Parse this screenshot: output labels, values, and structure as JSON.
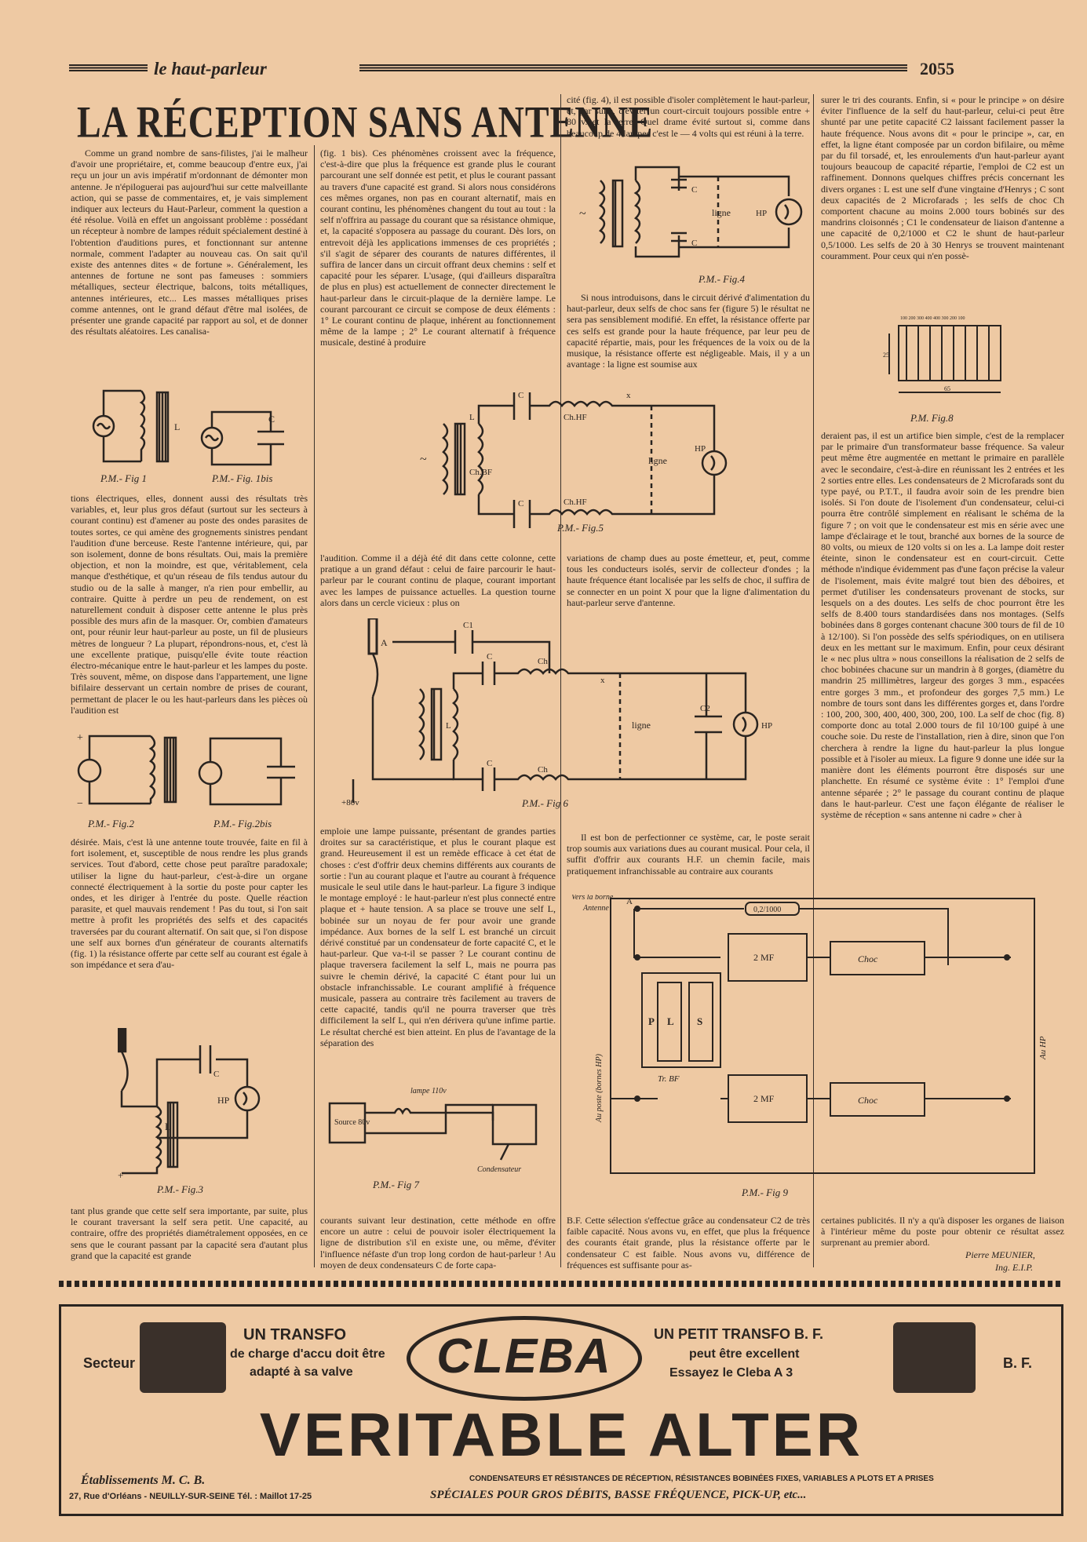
{
  "header": {
    "journal": "le haut-parleur",
    "page_number": "2055"
  },
  "article": {
    "title": "LA RÉCEPTION SANS ANTENNE",
    "col1a": "Comme un grand nombre de sans-filistes, j'ai le malheur d'avoir une propriétaire, et, comme beaucoup d'entre eux, j'ai reçu un jour un avis impératif m'ordonnant de démonter mon antenne. Je n'épiloguerai pas aujourd'hui sur cette malveillante action, qui se passe de commentaires, et, je vais simplement indiquer aux lecteurs du Haut-Parleur, comment la question a été résolue. Voilà en effet un angoissant problème : possédant un récepteur à nombre de lampes réduit spécialement destiné à l'obtention d'auditions pures, et fonctionnant sur antenne normale, comment l'adapter au nouveau cas. On sait qu'il existe des antennes dites « de fortune ». Généralement, les antennes de fortune ne sont pas fameuses : sommiers métalliques, secteur électrique, balcons, toits métalliques, antennes intérieures, etc... Les masses métalliques prises comme antennes, ont le grand défaut d'être mal isolées, de présenter une grande capacité par rapport au sol, et de donner des résultats aléatoires. Les canalisa-",
    "col1b": "tions électriques, elles, donnent aussi des résultats très variables, et, leur plus gros défaut (surtout sur les secteurs à courant continu) est d'amener au poste des ondes parasites de toutes sortes, ce qui amène des grognements sinistres pendant l'audition d'une berceuse. Reste l'antenne intérieure, qui, par son isolement, donne de bons résultats. Oui, mais la première objection, et non la moindre, est que, véritablement, cela manque d'esthétique, et qu'un réseau de fils tendus autour du studio ou de la salle à manger, n'a rien pour embellir, au contraire. Quitte à perdre un peu de rendement, on est naturellement conduit à disposer cette antenne le plus près possible des murs afin de la masquer. Or, combien d'amateurs ont, pour réunir leur haut-parleur au poste, un fil de plusieurs mètres de longueur ? La plupart, répondrons-nous, et, c'est là une excellente pratique, puisqu'elle évite toute réaction électro-mécanique entre le haut-parleur et les lampes du poste. Très souvent, même, on dispose dans l'appartement, une ligne bifilaire desservant un certain nombre de prises de courant, permettant de placer le ou les haut-parleurs dans les pièces où l'audition est",
    "col1c": "désirée. Mais, c'est là une antenne toute trouvée, faite en fil à fort isolement, et, susceptible de nous rendre les plus grands services. Tout d'abord, cette chose peut paraître paradoxale; utiliser la ligne du haut-parleur, c'est-à-dire un organe connecté électriquement à la sortie du poste pour capter les ondes, et les diriger à l'entrée du poste. Quelle réaction parasite, et quel mauvais rendement ! Pas du tout, si l'on sait mettre à profit les propriétés des selfs et des capacités traversées par du courant alternatif. On sait que, si l'on dispose une self aux bornes d'un générateur de courants alternatifs (fig. 1) la résistance offerte par cette self au courant est égale à son impédance et sera d'au-",
    "col1d": "tant plus grande que cette self sera importante, par suite, plus le courant traversant la self sera petit. Une capacité, au contraire, offre des propriétés diamétralement opposées, en ce sens que le courant passant par la capacité sera d'autant plus grand que la capacité est grande",
    "col2a": "(fig. 1 bis). Ces phénomènes croissent avec la fréquence, c'est-à-dire que plus la fréquence est grande plus le courant parcourant une self donnée est petit, et plus le courant passant au travers d'une capacité est grand. Si alors nous considérons ces mêmes organes, non pas en courant alternatif, mais en courant continu, les phénomènes changent du tout au tout : la self n'offrira au passage du courant que sa résistance ohmique, et, la capacité s'opposera au passage du courant. Dès lors, on entrevoit déjà les applications immenses de ces propriétés ; s'il s'agit de séparer des courants de natures différentes, il suffira de lancer dans un circuit offrant deux chemins : self et capacité pour les séparer. L'usage, (qui d'ailleurs disparaîtra de plus en plus) est actuellement de connecter directement le haut-parleur dans le circuit-plaque de la dernière lampe. Le courant parcourant ce circuit se compose de deux éléments : 1° Le courant continu de plaque, inhérent au fonctionnement même de la lampe ; 2° Le courant alternatif à fréquence musicale, destiné à produire",
    "col2b": "l'audition. Comme il a déjà été dit dans cette colonne, cette pratique a un grand défaut : celui de faire parcourir le haut-parleur par le courant continu de plaque, courant important avec les lampes de puissance actuelles. La question tourne alors dans un cercle vicieux : plus on",
    "col2c": "emploie une lampe puissante, présentant de grandes parties droites sur sa caractéristique, et plus le courant plaque est grand. Heureusement il est un remède efficace à cet état de choses : c'est d'offrir deux chemins différents aux courants de sortie : l'un au courant plaque et l'autre au courant à fréquence musicale le seul utile dans le haut-parleur. La figure 3 indique le montage employé : le haut-parleur n'est plus connecté entre plaque et + haute tension. A sa place se trouve une self L, bobinée sur un noyau de fer pour avoir une grande impédance. Aux bornes de la self L est branché un circuit dérivé constitué par un condensateur de forte capacité C, et le haut-parleur. Que va-t-il se passer ? Le courant continu de plaque traversera facilement la self L, mais ne pourra pas suivre le chemin dérivé, la capacité C étant pour lui un obstacle infranchissable. Le courant amplifié à fréquence musicale, passera au contraire très facilement au travers de cette capacité, tandis qu'il ne pourra traverser que très difficilement la self L, qui n'en dérivera qu'une infime partie. Le résultat cherché est bien atteint. En plus de l'avantage de la séparation des",
    "col2d": "courants suivant leur destination, cette méthode en offre encore un autre : celui de pouvoir isoler électriquement la ligne de distribution s'il en existe une, ou même, d'éviter l'influence néfaste d'un trop long cordon de haut-parleur ! Au moyen de deux condensateurs C de forte capa-",
    "col3a": "cité (fig. 4), il est possible d'isoler complètement le haut-parleur, et, par suite, d'éviter un court-circuit toujours possible entre + 80 v. et la terre. Quel drame évité surtout si, comme dans beaucoup de 4 lampes c'est le — 4 volts qui est réuni à la terre.",
    "col3b": "Si nous introduisons, dans le circuit dérivé d'alimentation du haut-parleur, deux selfs de choc sans fer (figure 5) le résultat ne sera pas sensiblement modifié. En effet, la résistance offerte par ces selfs est grande pour la haute fréquence, par leur peu de capacité répartie, mais, pour les fréquences de la voix ou de la musique, la résistance offerte est négligeable. Mais, il y a un avantage : la ligne est soumise aux",
    "col3c": "variations de champ dues au poste émetteur, et, peut, comme tous les conducteurs isolés, servir de collecteur d'ondes ; la haute fréquence étant localisée par les selfs de choc, il suffira de se connecter en un point X pour que la ligne d'alimentation du haut-parleur serve d'antenne.",
    "col3d": "Il est bon de perfectionner ce système, car, le poste serait trop soumis aux variations dues au courant musical. Pour cela, il suffit d'offrir aux courants H.F. un chemin facile, mais pratiquement infranchissable au contraire aux courants",
    "col3e": "B.F. Cette sélection s'effectue grâce au condensateur C2 de très faible capacité. Nous avons vu, en effet, que plus la fréquence des courants était grande, plus la résistance offerte par le condensateur C est faible. Nous avons vu, différence de fréquences est suffisante pour as-",
    "col4a": "surer le tri des courants. Enfin, si « pour le principe » on désire éviter l'influence de la self du haut-parleur, celui-ci peut être shunté par une petite capacité C2 laissant facilement passer la haute fréquence. Nous avons dit « pour le principe », car, en effet, la ligne étant composée par un cordon bifilaire, ou même par du fil torsadé, et, les enroulements d'un haut-parleur ayant toujours beaucoup de capacité répartie, l'emploi de C2 est un raffinement. Donnons quelques chiffres précis concernant les divers organes : L est une self d'une vingtaine d'Henrys ; C sont deux capacités de 2 Microfarads ; les selfs de choc Ch comportent chacune au moins 2.000 tours bobinés sur des mandrins cloisonnés ; C1 le condensateur de liaison d'antenne a une capacité de 0,2/1000 et C2 le shunt de haut-parleur 0,5/1000. Les selfs de 20 à 30 Henrys se trouvent maintenant couramment. Pour ceux qui n'en possè-",
    "col4b": "deraient pas, il est un artifice bien simple, c'est de la remplacer par le primaire d'un transformateur basse fréquence. Sa valeur peut même être augmentée en mettant le primaire en parallèle avec le secondaire, c'est-à-dire en réunissant les 2 entrées et les 2 sorties entre elles. Les condensateurs de 2 Microfarads sont du type payé, ou P.T.T., il faudra avoir soin de les prendre bien isolés. Si l'on doute de l'isolement d'un condensateur, celui-ci pourra être contrôlé simplement en réalisant le schéma de la figure 7 ; on voit que le condensateur est mis en série avec une lampe d'éclairage et le tout, branché aux bornes de la source de 80 volts, ou mieux de 120 volts si on les a. La lampe doit rester éteinte, sinon le condensateur est en court-circuit. Cette méthode n'indique évidemment pas d'une façon précise la valeur de l'isolement, mais évite malgré tout bien des déboires, et permet d'utiliser les condensateurs provenant de stocks, sur lesquels on a des doutes. Les selfs de choc pourront être les selfs de 8.400 tours standardisées dans nos montages. (Selfs bobinées dans 8 gorges contenant chacune 300 tours de fil de 10 à 12/100). Si l'on possède des selfs spériodiques, on en utilisera deux en les mettant sur le maximum. Enfin, pour ceux désirant le « nec plus ultra » nous conseillons la réalisation de 2 selfs de choc bobinées chacune sur un mandrin à 8 gorges, (diamètre du mandrin 25 millimètres, largeur des gorges 3 mm., espacées entre gorges 3 mm., et profondeur des gorges 7,5 mm.) Le nombre de tours sont dans les différentes gorges et, dans l'ordre : 100, 200, 300, 400, 400, 300, 200, 100. La self de choc (fig. 8) comporte donc au total 2.000 tours de fil 10/100 guipé à une couche soie. Du reste de l'installation, rien à dire, sinon que l'on cherchera à rendre la ligne du haut-parleur la plus longue possible et à l'isoler au mieux. La figure 9 donne une idée sur la manière dont les éléments pourront être disposés sur une planchette. En résumé ce système évite : 1° l'emploi d'une antenne séparée ; 2° le passage du courant continu de plaque dans le haut-parleur. C'est une façon élégante de réaliser le système de réception « sans antenne ni cadre » cher à",
    "col4c": "certaines publicités. Il n'y a qu'à disposer les organes de liaison à l'intérieur même du poste pour obtenir ce résultat assez surprenant au premier abord.",
    "author": "Pierre MEUNIER,",
    "author_title": "Ing. E.I.P."
  },
  "figures": {
    "fig1": "P.M.- Fig 1",
    "fig1bis": "P.M.- Fig. 1bis",
    "fig2": "P.M.- Fig.2",
    "fig2bis": "P.M.- Fig.2bis",
    "fig3": "P.M.- Fig.3",
    "fig4": "P.M.- Fig.4",
    "fig5": "P.M.- Fig.5",
    "fig6": "P.M.- Fig 6",
    "fig7": "P.M.- Fig 7",
    "fig8": "P.M. Fig.8",
    "fig9": "P.M.- Fig 9",
    "labels": {
      "L": "L",
      "C": "C",
      "C1": "C1",
      "C2": "C2",
      "HP": "HP",
      "ligne": "ligne",
      "ChHF": "Ch.HF",
      "ChBF": "Ch.BF",
      "Ch": "Ch",
      "A": "A",
      "X": "x",
      "plus80": "+80v",
      "lampe": "lampe 110v",
      "source": "Source 80v",
      "condensateur": "Condensateur",
      "vers_borne": "Vers la borne",
      "antenne": "Antenne",
      "cap02": "0,2/1000",
      "mf2": "2 MF",
      "choc": "Choc",
      "P": "P",
      "Lp": "L",
      "S": "S",
      "trbf": "Tr. BF",
      "au_poste": "Au poste (bornes HP)",
      "au_hp": "Au HP",
      "fig8_top": "100 200 300 400 400 300 200 100",
      "fig8_d": "25",
      "fig8_len": "65"
    }
  },
  "ad": {
    "secteur": "Secteur",
    "bf": "B. F.",
    "left_line1": "UN TRANSFO",
    "left_line2": "de charge d'accu doit être",
    "left_line3": "adapté à sa valve",
    "brand": "CLEBA",
    "right_line1": "UN PETIT TRANSFO B. F.",
    "right_line2": "peut être excellent",
    "right_line3": "Essayez le Cleba A 3",
    "big": "VERITABLE ALTER",
    "company": "Établissements M. C. B.",
    "address": "27, Rue d'Orléans - NEUILLY-SUR-SEINE  Tél. : Maillot 17-25",
    "tagline1": "CONDENSATEURS ET RÉSISTANCES DE RÉCEPTION, RÉSISTANCES BOBINÉES FIXES, VARIABLES A PLOTS ET A PRISES",
    "tagline2": "SPÉCIALES POUR GROS DÉBITS, BASSE FRÉQUENCE, PICK-UP, etc..."
  }
}
